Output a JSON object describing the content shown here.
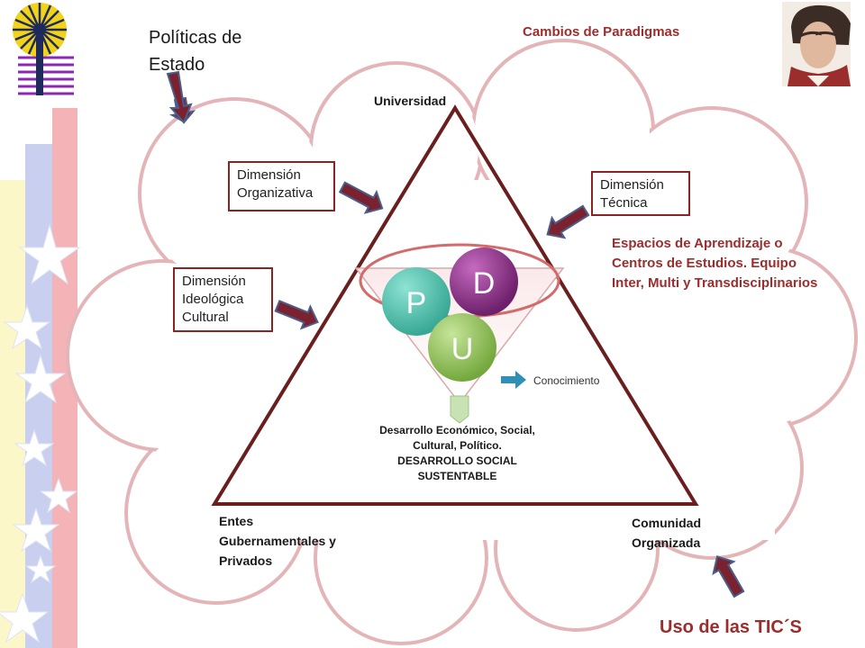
{
  "policy_label": "Políticas de Estado",
  "paradigm_label": "Cambios de Paradigmas",
  "vertices": {
    "top": "Universidad",
    "bottom_left": "Entes Gubernamentales y Privados",
    "bottom_right": "Comunidad Organizada"
  },
  "dimensions": {
    "organizational": "Dimensión Organizativa",
    "ideological": "Dimensión Ideológica Cultural",
    "technical": "Dimensión Técnica"
  },
  "spaces_text": "Espacios de Aprendizaje o Centros de Estudios. Equipo Inter, Multi y Transdisciplinarios",
  "funnel_letters": [
    "P",
    "D",
    "U"
  ],
  "knowledge_label": "Conocimiento",
  "development_text": "Desarrollo Económico, Social, Cultural, Político. DESARROLLO SOCIAL SUSTENTABLE",
  "tic_label": "Uso de las TIC´S",
  "colors": {
    "accent": "#9b2d2d",
    "arrow": "#7a2230",
    "cloud": "#e4b5b8",
    "sphere_p": "#4fc4b0",
    "sphere_d": "#8e2f8a",
    "sphere_u": "#8fc455"
  },
  "icons": [
    "university-emblem-icon",
    "bolivar-portrait-icon",
    "venezuelan-flag-stars"
  ]
}
